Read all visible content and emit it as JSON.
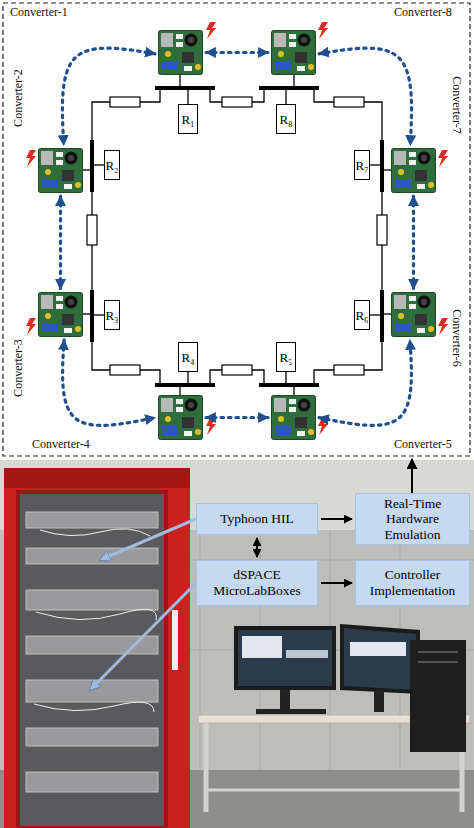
{
  "diagram": {
    "nodes": [
      {
        "text": [
          "Converter-1"
        ]
      },
      {
        "text": [
          "Converter-8"
        ]
      },
      {
        "text": [
          "Converter-2"
        ]
      },
      {
        "text": [
          "Converter-7"
        ]
      },
      {
        "text": [
          "R₁"
        ]
      },
      {
        "text": [
          "R₈"
        ]
      },
      {
        "text": [
          "R₂"
        ]
      },
      {
        "text": [
          "R₇"
        ]
      },
      {
        "text": [
          "R₃"
        ]
      },
      {
        "text": [
          "R₆"
        ]
      },
      {
        "text": [
          "R₄"
        ]
      },
      {
        "text": [
          "R₅"
        ]
      },
      {
        "text": [
          "Converter-3"
        ]
      },
      {
        "text": [
          "Converter-6"
        ]
      },
      {
        "text": [
          "Converter-4"
        ]
      },
      {
        "text": [
          "Converter-5"
        ]
      },
      {
        "text": [
          "Typhoon HIL"
        ]
      },
      {
        "text": [
          "Real-Time Hardware Emulation"
        ]
      },
      {
        "text": [
          "dSPACE MicroLabBoxes"
        ]
      },
      {
        "text": [
          "Controller Implementation"
        ]
      }
    ],
    "edges": [
      {
        "from": 0,
        "to": 1,
        "arrow": "both"
      },
      {
        "from": 0,
        "to": 2,
        "arrow": "both"
      },
      {
        "from": 1,
        "to": 3,
        "arrow": "both"
      },
      {
        "from": 2,
        "to": 12,
        "arrow": "both"
      },
      {
        "from": 3,
        "to": 13,
        "arrow": "both"
      },
      {
        "from": 12,
        "to": 14,
        "arrow": "both"
      },
      {
        "from": 14,
        "to": 15,
        "arrow": "both"
      },
      {
        "from": 15,
        "to": 13,
        "arrow": "both"
      },
      {
        "from": 16,
        "to": 18,
        "arrow": "both"
      },
      {
        "from": 16,
        "to": 17,
        "arrow": "to"
      },
      {
        "from": 18,
        "to": 19,
        "arrow": "to"
      }
    ]
  }
}
